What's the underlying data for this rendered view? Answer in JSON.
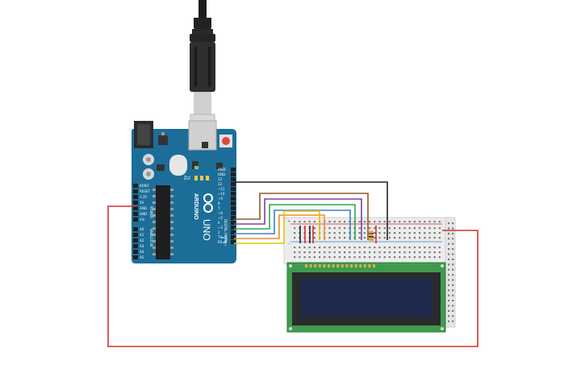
{
  "arduino": {
    "brand": "ARDUINO",
    "model": "UNO",
    "tx_label": "TX",
    "rx_label": "RX",
    "digital_header_label": "DIGITAL (PWM~)",
    "power_header_label": "POWER",
    "analog_header_label": "ANALOG IN",
    "digital_pins": [
      "AREF",
      "GND",
      "13",
      "12",
      "~11",
      "~10",
      "~9",
      "8",
      "7",
      "~6",
      "~5",
      "4",
      "~3",
      "2",
      "TX►1",
      "RX◄0"
    ],
    "power_pins": [
      "IOREF",
      "RESET",
      "3.3V",
      "5V",
      "GND",
      "GND",
      "Vin"
    ],
    "analog_pins": [
      "A0",
      "A1",
      "A2",
      "A3",
      "A4",
      "A5"
    ]
  },
  "breadboard": {
    "rail_plus": "+",
    "rail_minus": "−"
  },
  "colors": {
    "board": "#1c6e99",
    "board_dark": "#145a80",
    "wire_black": "#222222",
    "wire_brown": "#8b5a2b",
    "wire_purple": "#7d3fa8",
    "wire_green": "#2fa84a",
    "wire_blue": "#3b82c4",
    "wire_orange": "#f28c28",
    "wire_yellow": "#e8c200",
    "wire_red": "#d32f2f",
    "lcd_pcb": "#3f9a4e",
    "lcd_screen": "#1f2a4c"
  }
}
